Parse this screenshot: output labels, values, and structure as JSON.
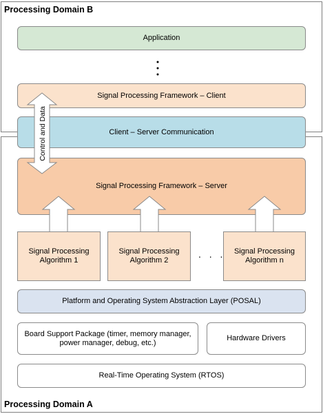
{
  "domains": {
    "b_title": "Processing Domain B",
    "a_title": "Processing Domain A"
  },
  "layers": {
    "application": "Application",
    "framework_client": "Signal Processing Framework – Client",
    "client_server": "Client – Server  Communication",
    "framework_server": "Signal Processing Framework – Server",
    "posal": "Platform and Operating System Abstraction Layer (POSAL)",
    "bsp": "Board Support Package (timer, memory manager,\npower manager, debug, etc.)",
    "hardware_drivers": "Hardware Drivers",
    "rtos": "Real-Time Operating System (RTOS)"
  },
  "algorithms": [
    "Signal Processing\nAlgorithm 1",
    "Signal Processing\nAlgorithm 2",
    "Signal Processing\nAlgorithm n"
  ],
  "arrow_label": "Control and Data",
  "ellipsis_h": ". . .",
  "colors": {
    "application": "#d5e8d4",
    "client": "#fbe2cc",
    "comm": "#b8dde8",
    "server": "#f8cba8",
    "posal": "#dae3f0",
    "white": "#ffffff",
    "border": "#8a8a8a"
  }
}
